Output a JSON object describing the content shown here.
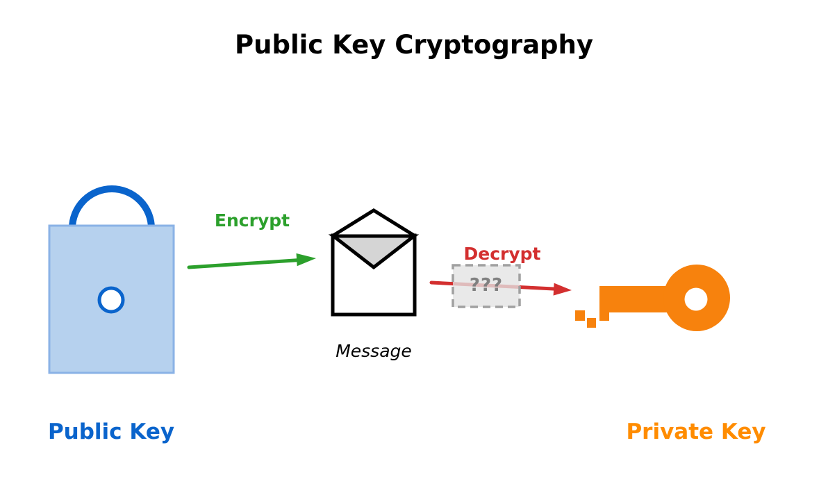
{
  "title": "Public Key Cryptography",
  "entities": {
    "public_key_label": "Public Key",
    "private_key_label": "Private Key"
  },
  "flow": {
    "encrypt_label": "Encrypt",
    "decrypt_label": "Decrypt",
    "message_label": "Message",
    "ciphertext_text": "???"
  },
  "icons": [
    "padlock-icon",
    "envelope-icon",
    "key-icon"
  ],
  "colors": {
    "blue": "#0A64CC",
    "lock-fill": "#B6D1EE",
    "lock-border": "#8AB2E6",
    "green": "#2CA02C",
    "red": "#D32F2F",
    "orange": "#F7820D",
    "orange-label": "#FF8C00",
    "gray-text": "#808080",
    "box-border": "#A0A0A0",
    "flap-fill": "#D5D5D5"
  }
}
